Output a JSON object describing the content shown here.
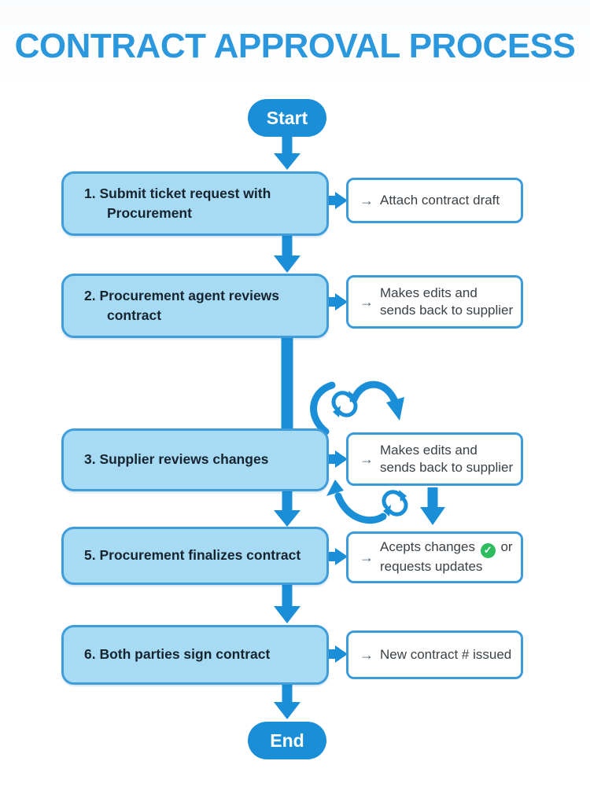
{
  "title": "CONTRACT APPROVAL PROCESS",
  "start_label": "Start",
  "end_label": "End",
  "arrow_glyph": "→",
  "check_glyph": "✓",
  "steps": [
    {
      "label": "1. Submit ticket request with Procurement"
    },
    {
      "label": "2. Procurement agent reviews contract"
    },
    {
      "label": "3. Supplier reviews changes"
    },
    {
      "label": "5. Procurement finalizes contract"
    },
    {
      "label": "6. Both parties sign contract"
    }
  ],
  "notes": [
    {
      "text": "Attach contract draft"
    },
    {
      "text": "Makes edits and sends back to supplier"
    },
    {
      "text": "Makes edits and sends back to supplier"
    },
    {
      "text_before_check": "Acepts changes",
      "text_after_check": "or requests updates"
    },
    {
      "text": "New contract # issued"
    }
  ],
  "icons": {
    "loop_icon_top": "sync-cycle",
    "loop_icon_bottom": "sync-cycle"
  },
  "colors": {
    "primary_blue": "#1b8ed8",
    "title_blue": "#2b97dd",
    "box_fill": "#a7daf3",
    "box_border": "#3f9eda",
    "note_border": "#3e9bd9",
    "step_text": "#15242f",
    "note_text": "#3a4147",
    "note_arrow": "#4a6785",
    "check_green": "#2ebd5e",
    "background": "#ffffff"
  }
}
